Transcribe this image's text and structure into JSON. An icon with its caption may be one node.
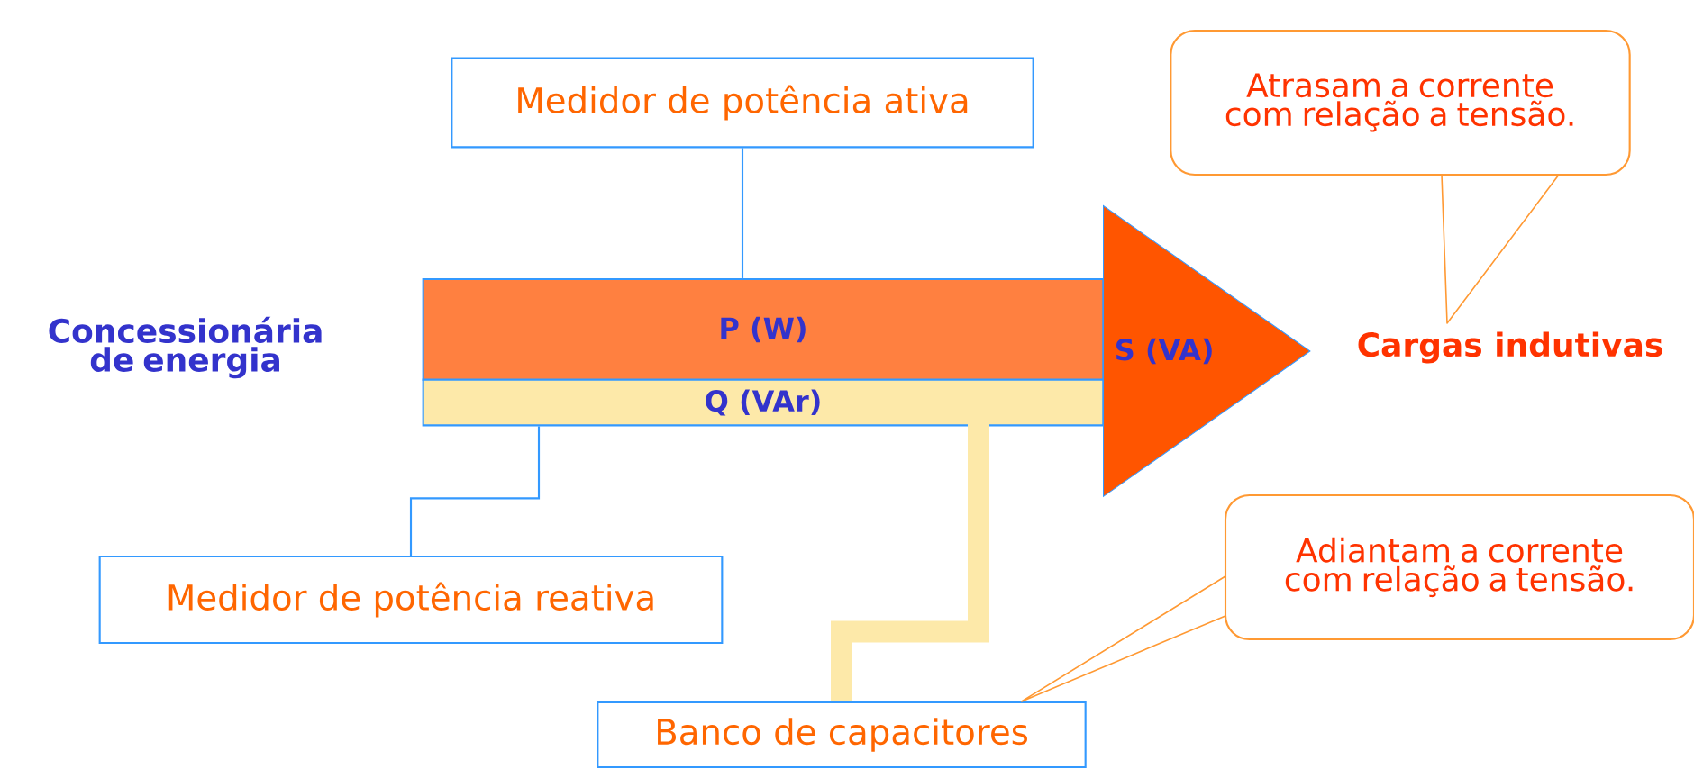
{
  "diagram": {
    "nodes": [
      {
        "text": [
          "Concessionária de energia"
        ]
      },
      {
        "text": [
          "Medidor de potência ativa"
        ]
      },
      {
        "text": [
          "P (W)"
        ]
      },
      {
        "text": [
          "Q (VAr)"
        ]
      },
      {
        "text": [
          "S (VA)"
        ]
      },
      {
        "text": [
          "Cargas indutivas"
        ]
      },
      {
        "text": [
          "Atrasam a corrente com relação a tensão."
        ]
      },
      {
        "text": [
          "Medidor de potência reativa"
        ]
      },
      {
        "text": [
          "Banco de capacitores"
        ]
      },
      {
        "text": [
          "Adiantam a corrente com relação a tensão."
        ]
      }
    ],
    "edges": [
      {
        "from": 1,
        "to": 2,
        "arrow": "none"
      },
      {
        "from": 7,
        "to": 3,
        "arrow": "none"
      },
      {
        "from": 8,
        "to": 3,
        "arrow": "none",
        "style": "thick",
        "color": "#fde9a9"
      },
      {
        "from": 6,
        "to": 5,
        "arrow": "none",
        "color": "#ff9933"
      },
      {
        "from": 9,
        "to": 8,
        "arrow": "none",
        "color": "#ff9933"
      }
    ]
  }
}
